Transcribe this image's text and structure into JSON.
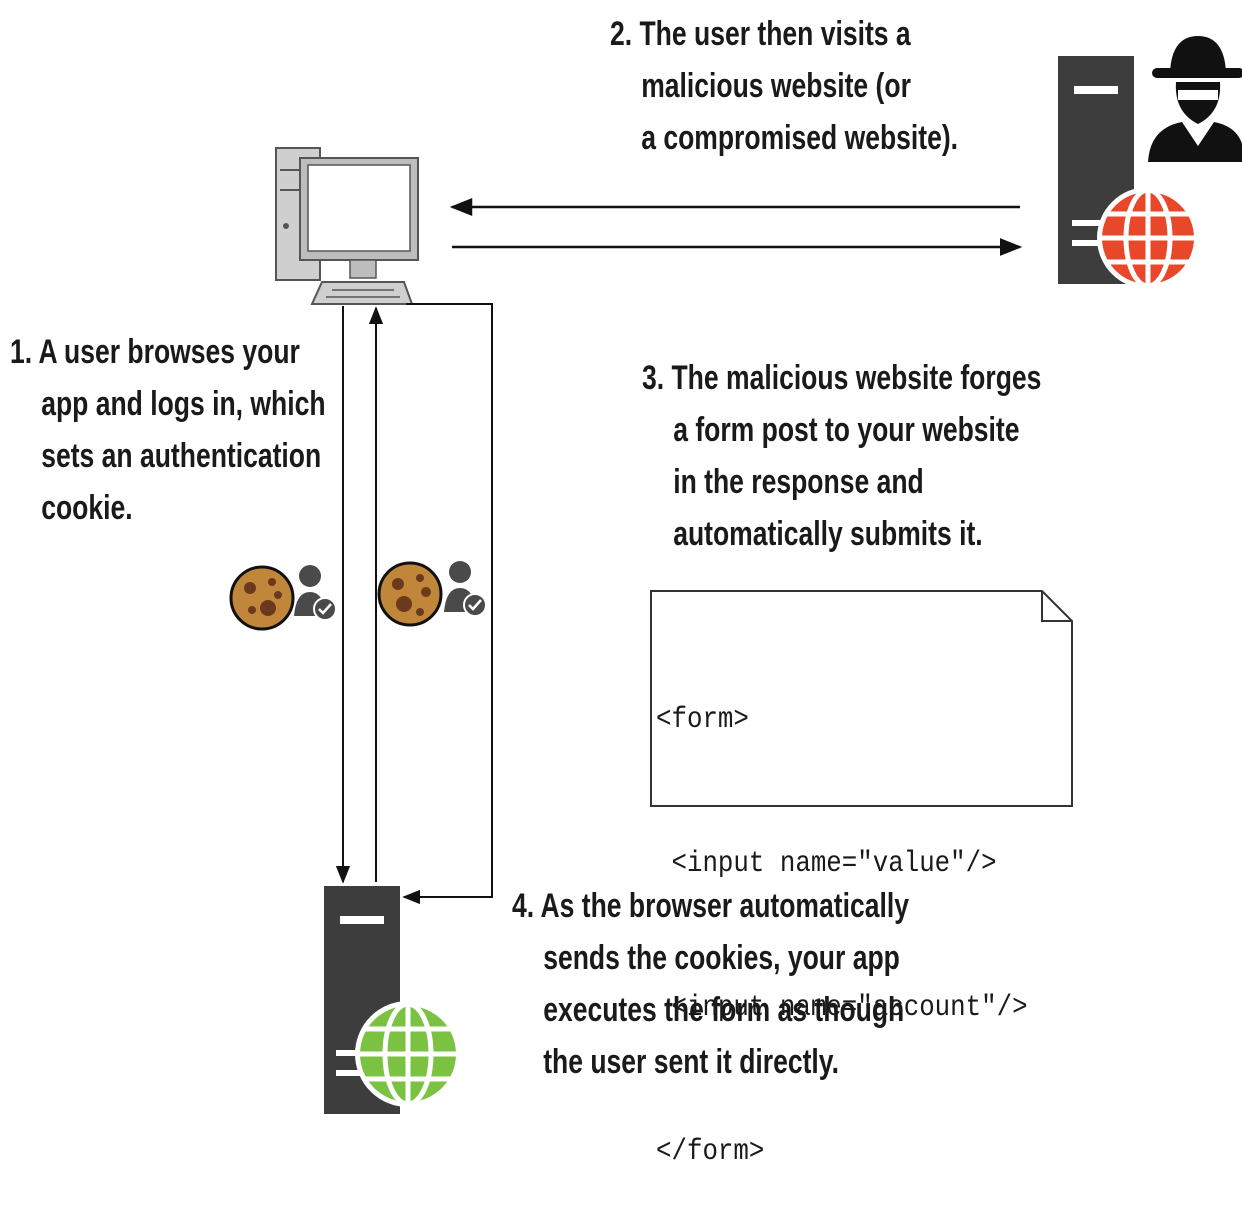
{
  "steps": {
    "step1": [
      "1. A user browses your",
      "app and logs in, which",
      "sets an authentication",
      "cookie."
    ],
    "step2": [
      "2. The user then visits a",
      "malicious website (or",
      "a compromised website)."
    ],
    "step3": [
      "3. The malicious website forges",
      "a form post to your website",
      "in the response and",
      "automatically submits it."
    ],
    "step4": [
      "4. As the browser automatically",
      "sends the cookies, your app",
      "executes the form as though",
      "the user sent it directly."
    ]
  },
  "form_code": [
    "<form>",
    " <input name=\"value\"/>",
    " <input name=\"account\"/>",
    "</form>"
  ],
  "icons": {
    "user_computer": "desktop-computer-icon",
    "malicious_server": "server-with-globe-icon",
    "attacker": "hooded-spy-icon",
    "app_server": "server-with-globe-icon",
    "cookie": "cookie-icon",
    "authenticated_user": "user-check-icon"
  },
  "colors": {
    "malicious_globe": "#e8472a",
    "app_globe": "#7cc242",
    "server_body": "#3d3d3d",
    "cookie_fill": "#c0873b",
    "cookie_chips": "#6b3a1c"
  }
}
